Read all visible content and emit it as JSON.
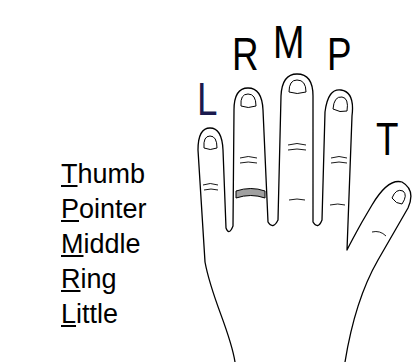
{
  "diagram": {
    "labels": [
      "Thumb",
      "Pointer",
      "Middle",
      "Ring",
      "Little",
      "L",
      "R",
      "M",
      "P",
      "T"
    ]
  }
}
